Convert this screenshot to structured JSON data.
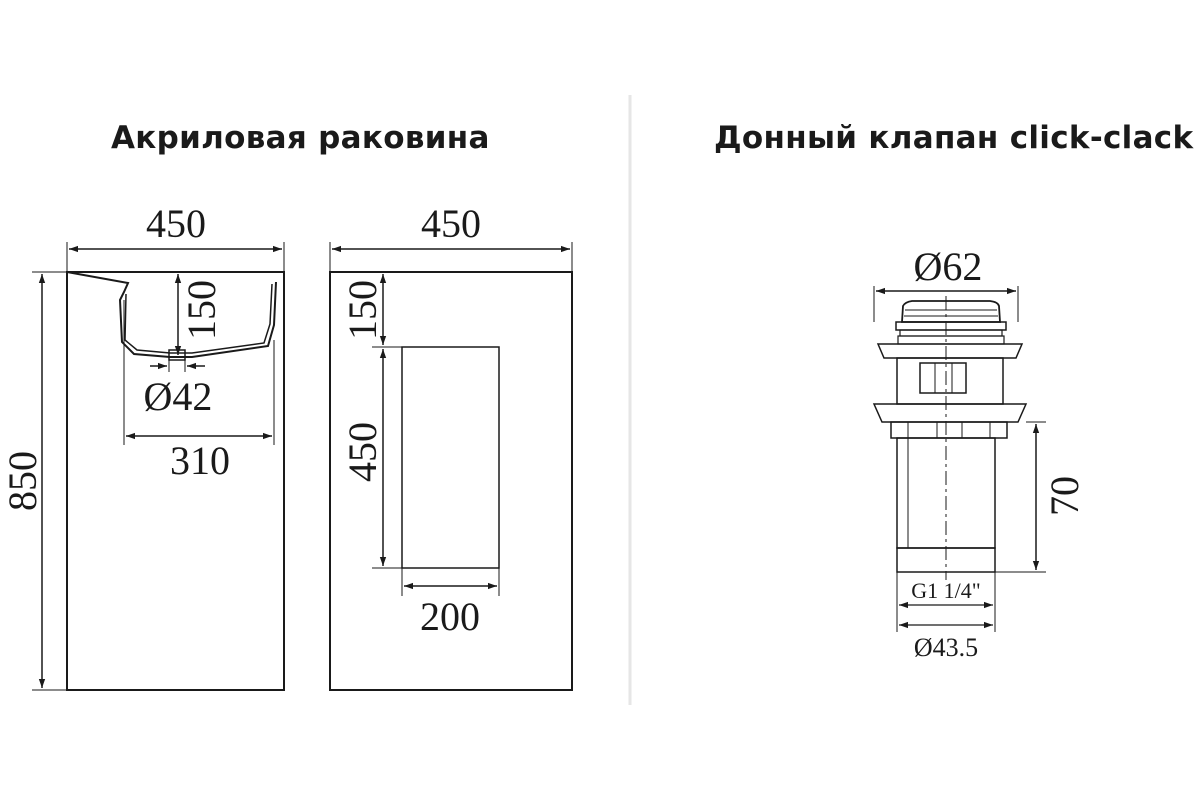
{
  "titles": {
    "sink": "Акриловая раковина",
    "valve": "Донный клапан click-clack"
  },
  "sink_front": {
    "width": "450",
    "height": "850",
    "bowl_depth": "150",
    "drain_diameter": "Ø42",
    "bowl_width": "310"
  },
  "sink_side": {
    "width": "450",
    "top_offset": "150",
    "niche_height": "450",
    "niche_width": "200"
  },
  "valve": {
    "cap_diameter": "Ø62",
    "length": "70",
    "thread": "G1 1/4\"",
    "pipe_diameter": "Ø43.5"
  },
  "colors": {
    "line": "#1a1a1a",
    "divider": "#e6e6e6"
  }
}
